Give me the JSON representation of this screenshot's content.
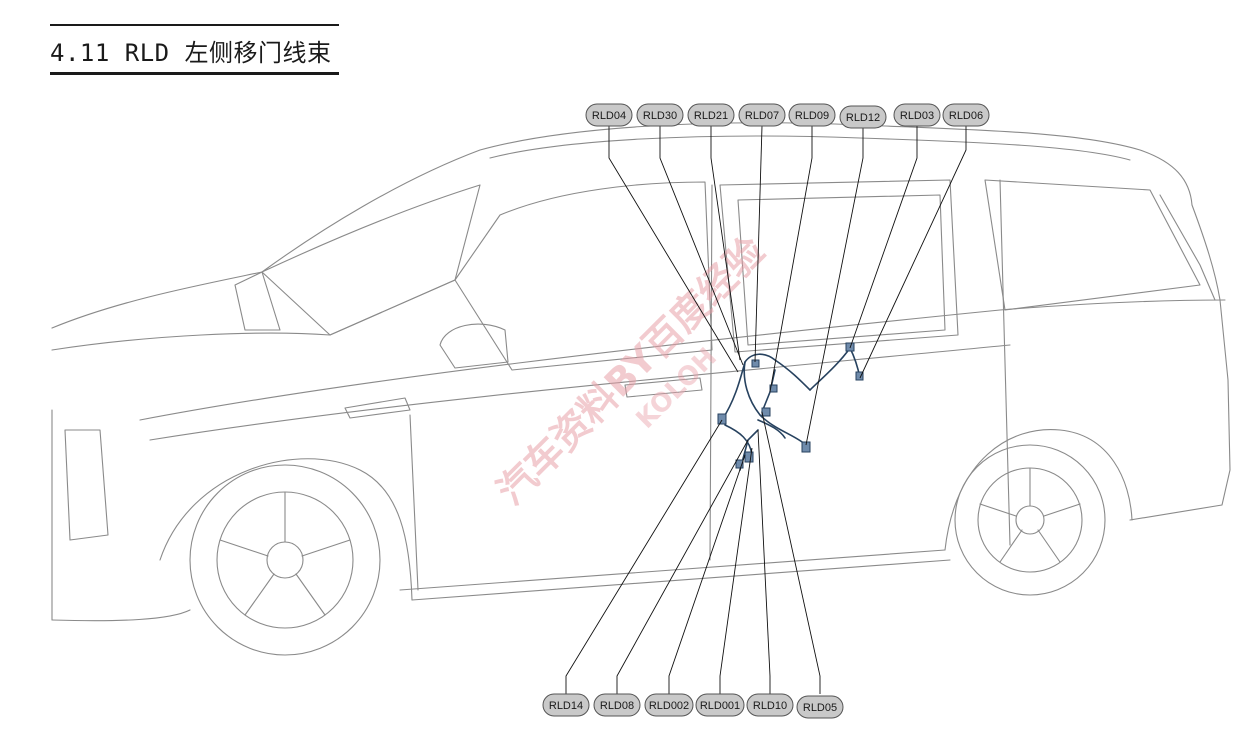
{
  "header": {
    "title": "4.11 RLD 左侧移门线束"
  },
  "watermark": {
    "text": "汽车资料BY百度经验",
    "subtext": "KOLOH"
  },
  "colors": {
    "pill_fill": "#c9c9c9",
    "pill_stroke": "#555555",
    "harness": "#27425f",
    "car_line": "#8a8a8a",
    "watermark": "#e8a0a8"
  },
  "connectors": {
    "top": [
      "RLD04",
      "RLD30",
      "RLD21",
      "RLD07",
      "RLD09",
      "RLD12",
      "RLD03",
      "RLD06"
    ],
    "bottom": [
      "RLD14",
      "RLD08",
      "RLD002",
      "RLD001",
      "RLD10",
      "RLD05"
    ]
  }
}
